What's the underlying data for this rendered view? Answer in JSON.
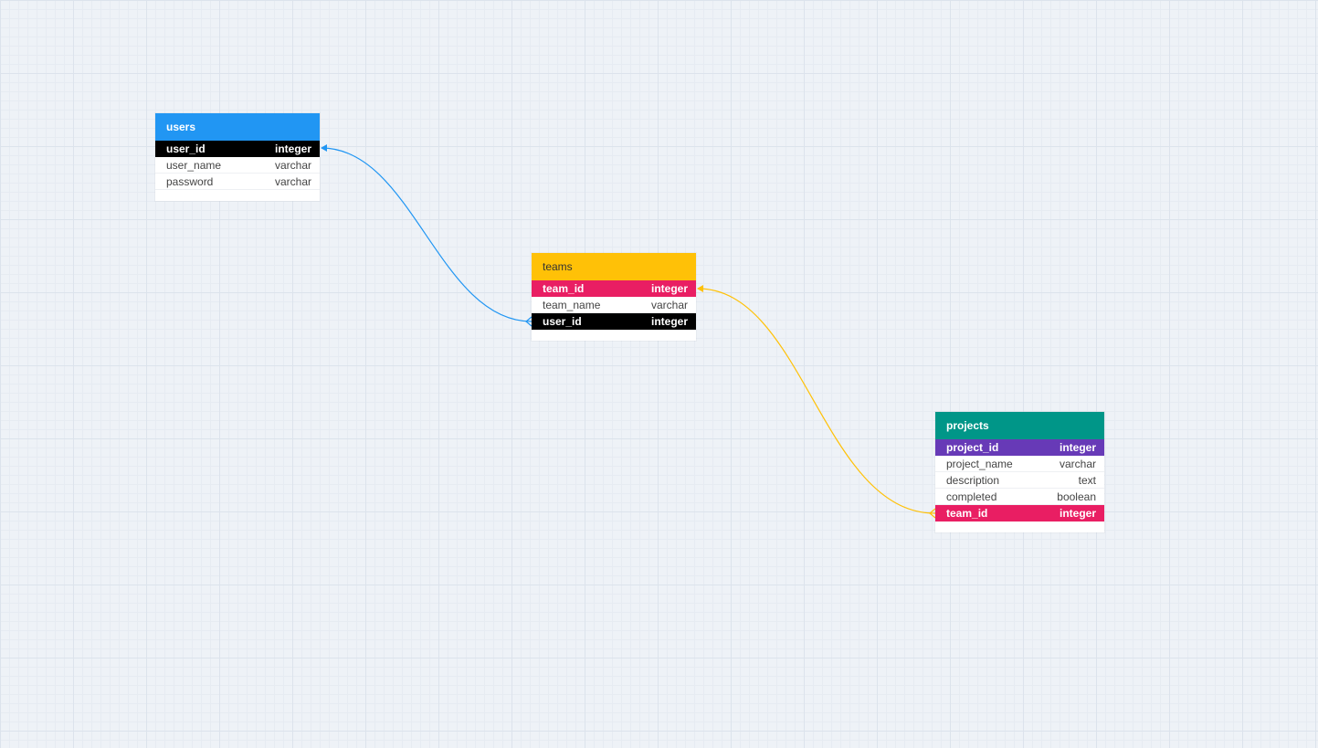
{
  "colors": {
    "users_header": "#2196f3",
    "teams_header": "#ffc107",
    "projects_header": "#009688",
    "key_black": "#000000",
    "key_pink": "#e91e63",
    "key_purple": "#673ab7",
    "link_users_teams": "#2196f3",
    "link_teams_projects": "#ffc107"
  },
  "tables": {
    "users": {
      "name": "users",
      "fields": [
        {
          "name": "user_id",
          "type": "integer"
        },
        {
          "name": "user_name",
          "type": "varchar"
        },
        {
          "name": "password",
          "type": "varchar"
        }
      ]
    },
    "teams": {
      "name": "teams",
      "fields": [
        {
          "name": "team_id",
          "type": "integer"
        },
        {
          "name": "team_name",
          "type": "varchar"
        },
        {
          "name": "user_id",
          "type": "integer"
        }
      ]
    },
    "projects": {
      "name": "projects",
      "fields": [
        {
          "name": "project_id",
          "type": "integer"
        },
        {
          "name": "project_name",
          "type": "varchar"
        },
        {
          "name": "description",
          "type": "text"
        },
        {
          "name": "completed",
          "type": "boolean"
        },
        {
          "name": "team_id",
          "type": "integer"
        }
      ]
    }
  },
  "relationships": [
    {
      "from": "teams.user_id",
      "to": "users.user_id"
    },
    {
      "from": "projects.team_id",
      "to": "teams.team_id"
    }
  ]
}
